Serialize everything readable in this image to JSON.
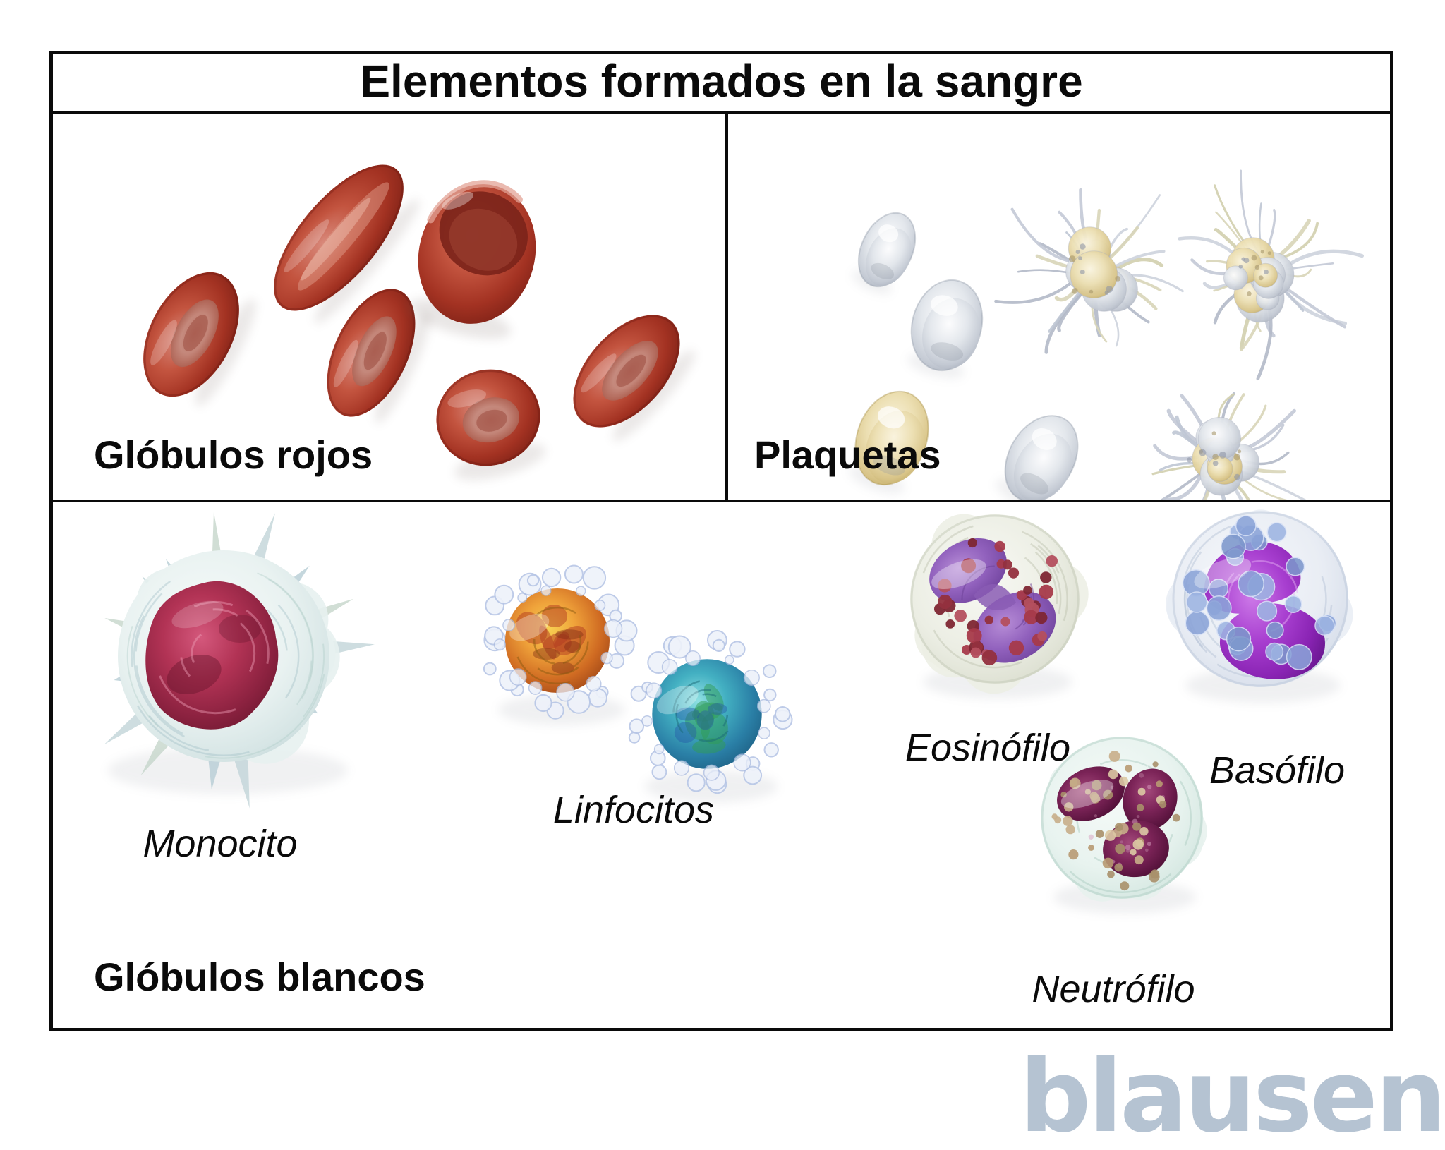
{
  "title": "Elementos formados en la sangre",
  "sections": {
    "red_blood_cells": {
      "label": "Glóbulos rojos"
    },
    "platelets": {
      "label": "Plaquetas"
    },
    "white_blood_cells": {
      "label": "Glóbulos blancos",
      "cells": [
        {
          "label": "Monocito"
        },
        {
          "label": "Linfocitos"
        },
        {
          "label": "Eosinófilo"
        },
        {
          "label": "Basófilo"
        },
        {
          "label": "Neutrófilo"
        }
      ]
    }
  },
  "watermark": {
    "text": "blausen"
  },
  "colors": {
    "border": "#0a0a0a",
    "background": "#ffffff",
    "red_blood_cell": "#b03a2a",
    "platelet_silver": "#ccd1da",
    "platelet_yellow": "#e6d6a0",
    "monocyte_membrane": "#d6e5e5",
    "monocyte_nucleus": "#a12a4e",
    "lymphocyte_orange": "#e08c2a",
    "lymphocyte_teal": "#2e9bb5",
    "eosinophil_granule": "#a63a4a",
    "eosinophil_nucleus": "#9161bd",
    "basophil_granule": "#9db4e2",
    "basophil_nucleus": "#9b35c6",
    "neutrophil_granule": "#c8ae8a",
    "neutrophil_nucleus": "#7c2458",
    "logo": "#b5c3d2"
  }
}
